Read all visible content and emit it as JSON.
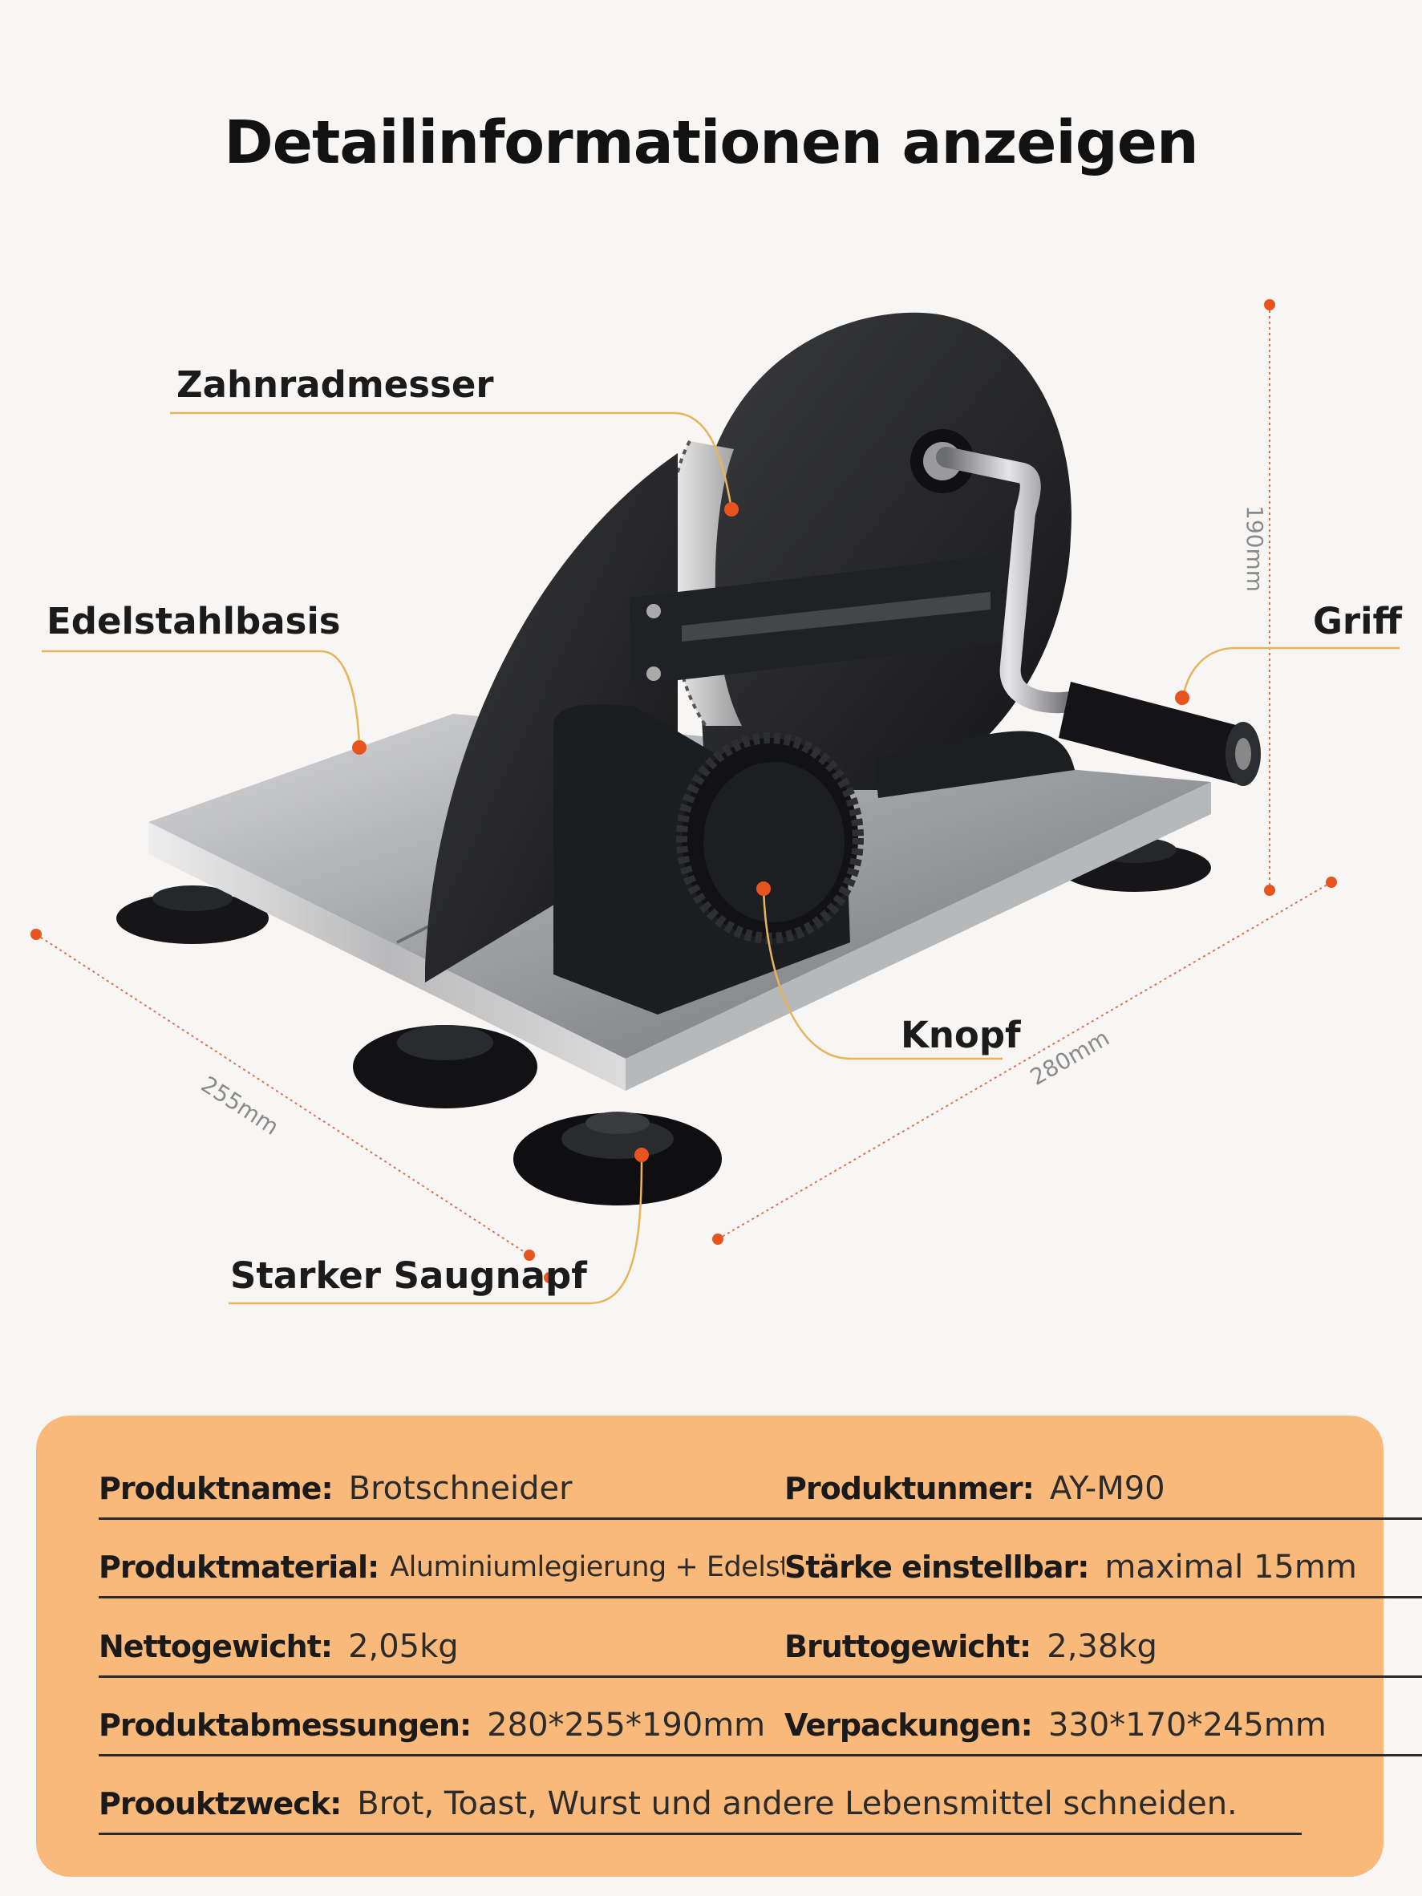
{
  "title": "Detailinformationen anzeigen",
  "callouts": {
    "blade": "Zahnradmesser",
    "base": "Edelstahlbasis",
    "handle": "Griff",
    "knob": "Knopf",
    "suction": "Starker Saugnapf"
  },
  "dimensions": {
    "height": "190mm",
    "depth": "255mm",
    "width": "280mm"
  },
  "specs": {
    "name_label": "Produktname:",
    "name_value": "Brotschneider",
    "number_label": "Produktunmer:",
    "number_value": "AY-M90",
    "material_label": "Produktmaterial:",
    "material_value": "Aluminiumlegierung + Edelstahl",
    "thickness_label": "Stärke einstellbar:",
    "thickness_value": "maximal 15mm",
    "net_label": "Nettogewicht:",
    "net_value": "2,05kg",
    "gross_label": "Bruttogewicht:",
    "gross_value": "2,38kg",
    "dims_label": "Produktabmessungen:",
    "dims_value": "280*255*190mm",
    "pack_label": "Verpackungen:",
    "pack_value": "330*170*245mm",
    "purpose_label": "Proouktzweck:",
    "purpose_value": "Brot, Toast, Wurst und andere Lebensmittel schneiden."
  },
  "colors": {
    "accent": "#e8541e",
    "leader": "#e7b45a",
    "panel": "#f8b97a"
  }
}
